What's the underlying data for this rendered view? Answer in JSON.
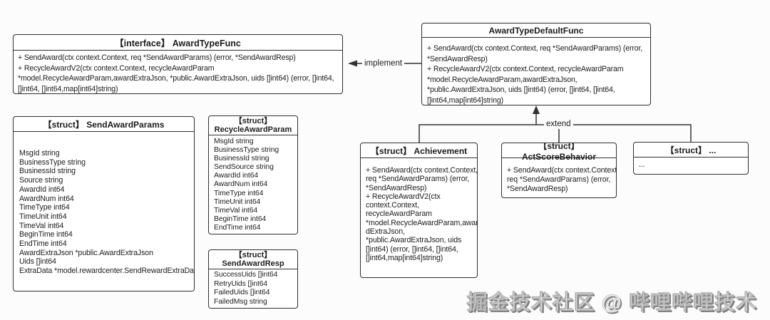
{
  "colors": {
    "background": "#fcfcfc",
    "box_background": "#ffffff",
    "border": "#2f2f2f",
    "text": "#1c1c1c",
    "connector_line": "#333333"
  },
  "relations": {
    "implement_label": "implement",
    "extend_label": "extend"
  },
  "watermark": {
    "text": "掘金技术社区 @ 哔哩哔哩技术"
  },
  "boxes": {
    "award_type_func": {
      "title": "【interface】 AwardTypeFunc",
      "lines": [
        "+ SendAward(ctx context.Context, req *SendAwardParams) (error, *SendAwardResp)",
        "+ RecycleAwardV2(ctx context.Context, recycleAwardParam",
        "*model.RecycleAwardParam,awardExtraJson, *public.AwardExtraJson, uids []int64) (error, []int64,",
        "[]int64, []int64,map[int64]string)"
      ]
    },
    "award_type_default_func": {
      "title": "AwardTypeDefaultFunc",
      "lines": [
        "+ SendAward(ctx context.Context, req *SendAwardParams) (error,",
        "*SendAwardResp)",
        "+ RecycleAwardV2(ctx context.Context, recycleAwardParam",
        "*model.RecycleAwardParam,awardExtraJson,",
        "*public.AwardExtraJson, uids []int64) (error, []int64, []int64,",
        "[]int64,map[int64]string)"
      ]
    },
    "send_award_params": {
      "title": "【struct】 SendAwardParams",
      "fields": [
        "MsgId string",
        "BusinessType string",
        "BusinessId string",
        "Source string",
        "AwardId int64",
        "AwardNum int64",
        "TimeType int64",
        "TimeUnit int64",
        "TimeVal int64",
        "BeginTime int64",
        "EndTime int64",
        "AwardExtraJson *public.AwardExtraJson",
        "Uids []int64",
        "ExtraData *model.rewardcenter.SendRewardExtraData"
      ]
    },
    "recycle_award_param": {
      "title_line1": "【struct】",
      "title_line2": "RecycleAwardParam",
      "fields": [
        "MsgId string",
        "BusinessType string",
        "BusinessId string",
        "SendSource string",
        "AwardId int64",
        "AwardNum int64",
        "TimeType int64",
        "TimeUnit int64",
        "TimeVal int64",
        "BeginTime int64",
        "EndTime int64"
      ]
    },
    "send_award_resp": {
      "title_line1": "【struct】",
      "title_line2": "SendAwardResp",
      "fields": [
        "SuccessUids []int64",
        "RetryUids []int64",
        "FailedUids []int64",
        "FailedMsg string"
      ]
    },
    "achievement": {
      "title": "【struct】 Achievement",
      "lines": [
        "+ SendAward(ctx context.Context,",
        "req *SendAwardParams) (error,",
        "*SendAwardResp)",
        "+ RecycleAwardV2(ctx",
        "context.Context,",
        "recycleAwardParam",
        "*model.RecycleAwardParam,awar",
        "dExtraJson,",
        "*public.AwardExtraJson, uids",
        "[]int64) (error, []int64, []int64,",
        "[]int64,map[int64]string)"
      ]
    },
    "act_score_behavior": {
      "title": "【struct】 ActScoreBehavior",
      "lines": [
        "+ SendAward(ctx context.Context,",
        "req *SendAwardParams) (error,",
        "*SendAwardResp)"
      ]
    },
    "struct_other": {
      "title": "【struct】 ...",
      "lines": [
        "..."
      ]
    }
  }
}
